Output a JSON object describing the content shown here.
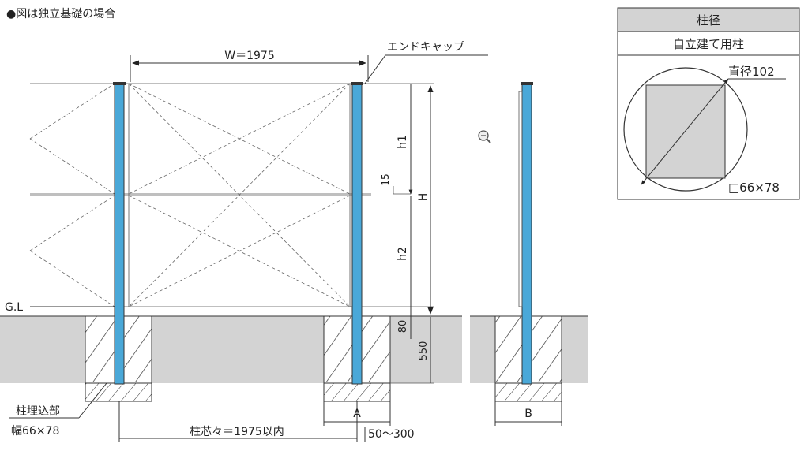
{
  "header": {
    "title": "●図は独立基礎の場合"
  },
  "labels": {
    "width": "W＝1975",
    "end_cap": "エンドキャップ",
    "h1": "h1",
    "h2": "h2",
    "H": "H",
    "gap15": "15",
    "gl": "G.L",
    "depth80": "80",
    "depth550": "550",
    "embed_title": "柱埋込部",
    "embed_width": "幅66×78",
    "post_pitch": "柱芯々＝1975以内",
    "offset_range": "50～300",
    "a": "A",
    "b": "B"
  },
  "table": {
    "header": "柱径",
    "row": "自立建て用柱",
    "diameter": "直径102",
    "section": "□66×78"
  },
  "icons": {
    "zoom": "zoom-out-icon"
  },
  "colors": {
    "post": "#4aa8d8",
    "ground": "#d3d3d3",
    "section_fill": "#d3d3d3"
  }
}
